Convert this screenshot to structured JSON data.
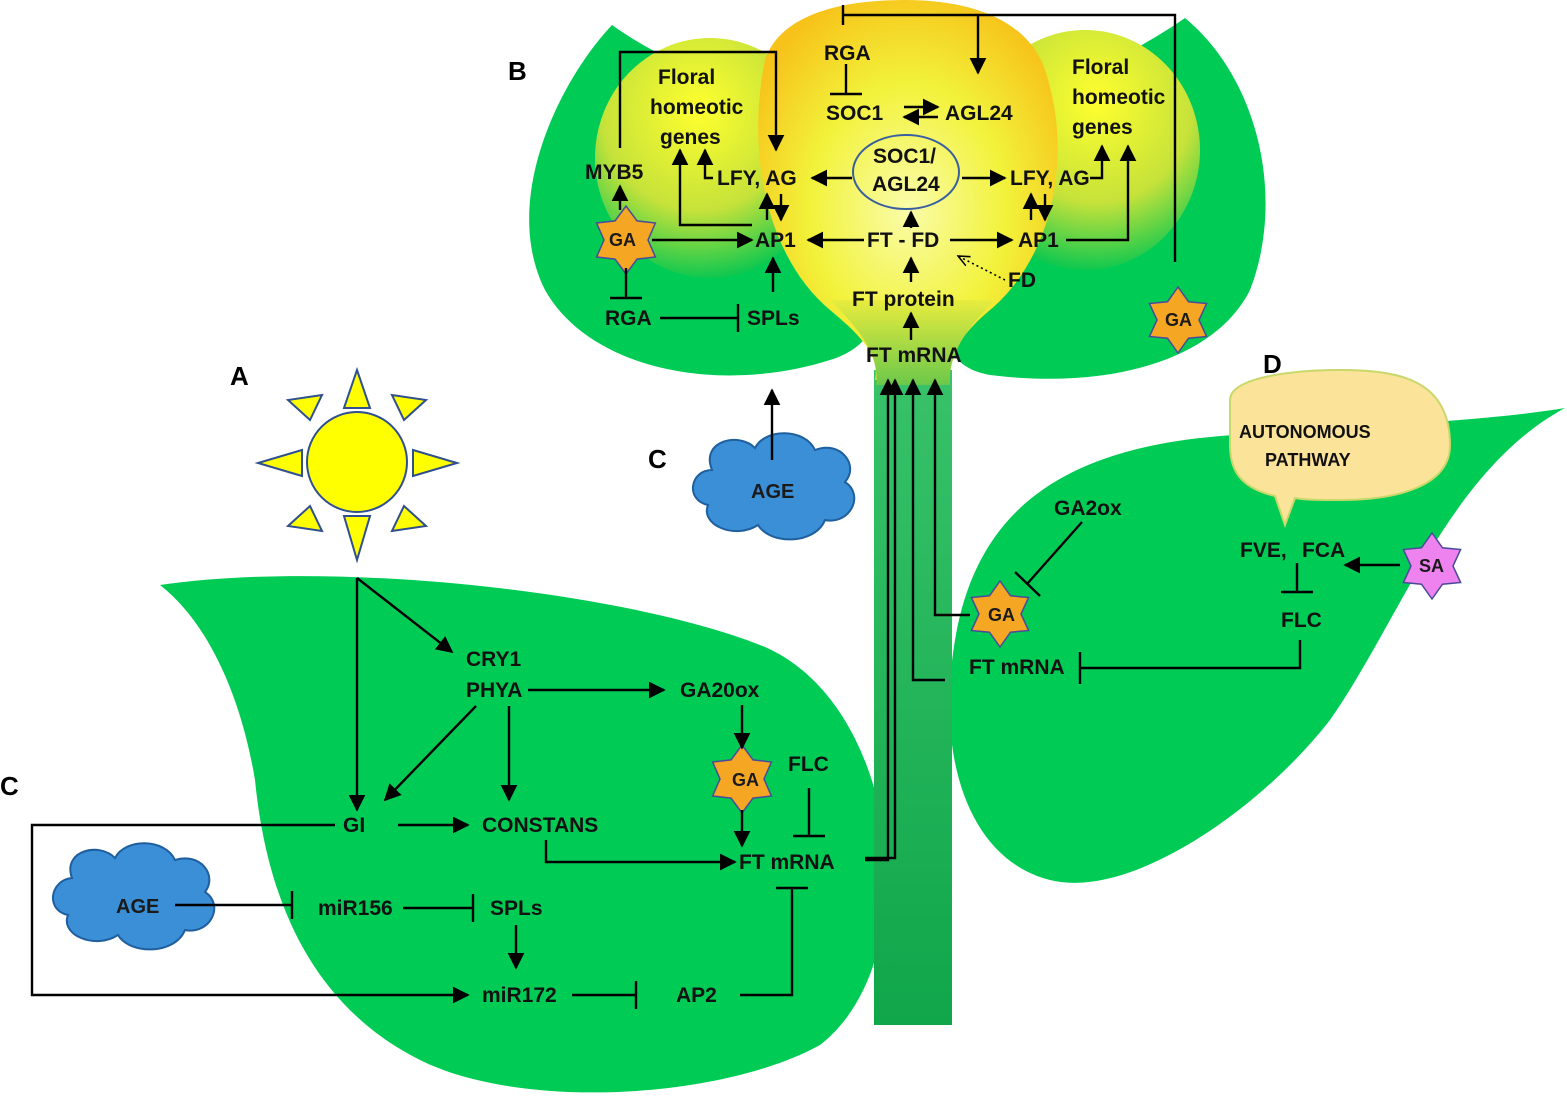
{
  "panels": {
    "a": "A",
    "b": "B",
    "c_top": "C",
    "c_left": "C",
    "d": "D"
  },
  "colors": {
    "leaf_green": "#00cc55",
    "stem_green": "#1f9e4b",
    "flower_yellow": "#ffee00",
    "ga_orange": "#f5a623",
    "sa_pink": "#ee82ee",
    "cloud_blue": "#3a8fd6",
    "bubble_yellow": "#fbe39a"
  },
  "icons": {
    "sun": "sun-icon",
    "ga": "ga-star-icon",
    "sa": "sa-star-icon",
    "age": "age-cloud-icon",
    "bubble": "speech-bubble-icon"
  },
  "labels": {
    "b": {
      "floral_left_1": "Floral",
      "floral_left_2": "homeotic",
      "floral_left_3": "genes",
      "floral_right_1": "Floral",
      "floral_right_2": "homeotic",
      "floral_right_3": "genes",
      "rga_top": "RGA",
      "soc1": "SOC1",
      "agl24": "AGL24",
      "myb5": "MYB5",
      "lfy_ag_left": "LFY, AG",
      "lfy_ag_right": "LFY, AG",
      "soc1_agl24_1": "SOC1/",
      "soc1_agl24_2": "AGL24",
      "ap1_left": "AP1",
      "ap1_right": "AP1",
      "ft_fd": "FT - FD",
      "fd": "FD",
      "ft_protein": "FT protein",
      "ft_mrna_top": "FT mRNA",
      "rga_left": "RGA",
      "spls_top": "SPLs",
      "ga_left": "GA",
      "ga_right": "GA",
      "age_top": "AGE"
    },
    "a": {
      "cry1": "CRY1",
      "phya": "PHYA",
      "ga20ox": "GA20ox",
      "ga": "GA",
      "flc": "FLC",
      "gi": "GI",
      "constans": "CONSTANS",
      "ft_mrna": "FT mRNA"
    },
    "c": {
      "age": "AGE",
      "mir156": "miR156",
      "spls": "SPLs",
      "mir172": "miR172",
      "ap2": "AP2"
    },
    "d": {
      "autonomous_1": "AUTONOMOUS",
      "autonomous_2": "PATHWAY",
      "ga2ox": "GA2ox",
      "ga": "GA",
      "fve": "FVE,",
      "fca": "FCA",
      "sa": "SA",
      "flc": "FLC",
      "ft_mrna": "FT mRNA"
    }
  }
}
